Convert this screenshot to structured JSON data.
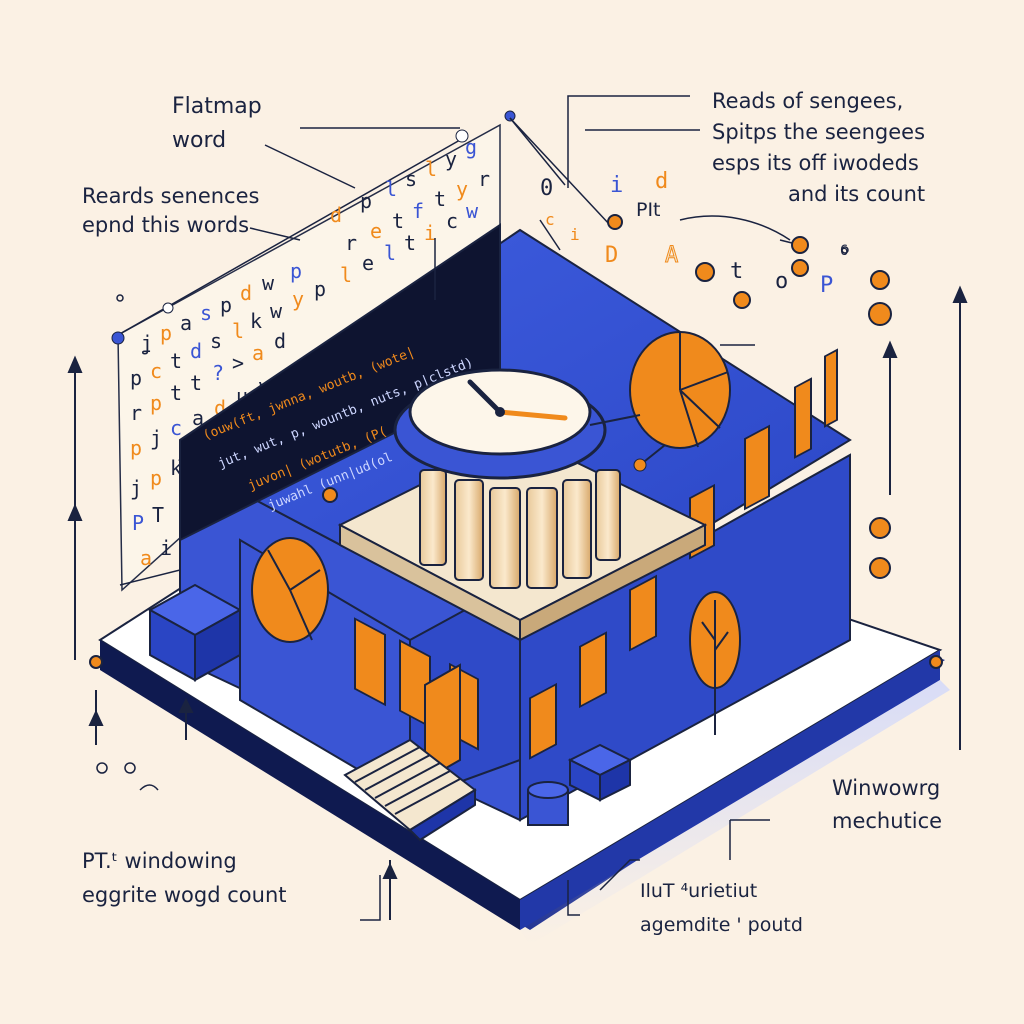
{
  "colors": {
    "background": "#fbf1e4",
    "ink": "#1a2340",
    "blue": "#3a55d4",
    "blue_dark": "#2238a8",
    "orange": "#f08a1c",
    "cream": "#f4e7cf"
  },
  "labels": {
    "flatmap": [
      "Flatmap",
      "word"
    ],
    "reads_sentences": [
      "Reards senences",
      "epnd this words"
    ],
    "reads_of": [
      "Reads of sengees,",
      "Spitps the seengees",
      "esps its off iwodeds",
      "and its count"
    ],
    "pit": "PIt",
    "windowing_mech": [
      "Winwowrg",
      "mechutice"
    ],
    "pt_windowing": [
      "PT.ᵗ windowing",
      "eggrite  wogd count"
    ],
    "ilut": [
      "IluT ⁴urietiut",
      "agemdite ' poutd"
    ]
  },
  "code_panel": {
    "lines": [
      "(ouw(ft, jwnna, woutb, (wote|",
      "jut, wut, p, wountb, nuts, p|clstd)",
      "juvon| (wotutb, (P(",
      "juwahl (unn|ud(ol"
    ]
  },
  "icons": [
    "clock-icon",
    "pie-chart-icon",
    "tree-icon",
    "column-icon",
    "stairs-icon",
    "arrow-up-icon",
    "node-dot-icon"
  ]
}
